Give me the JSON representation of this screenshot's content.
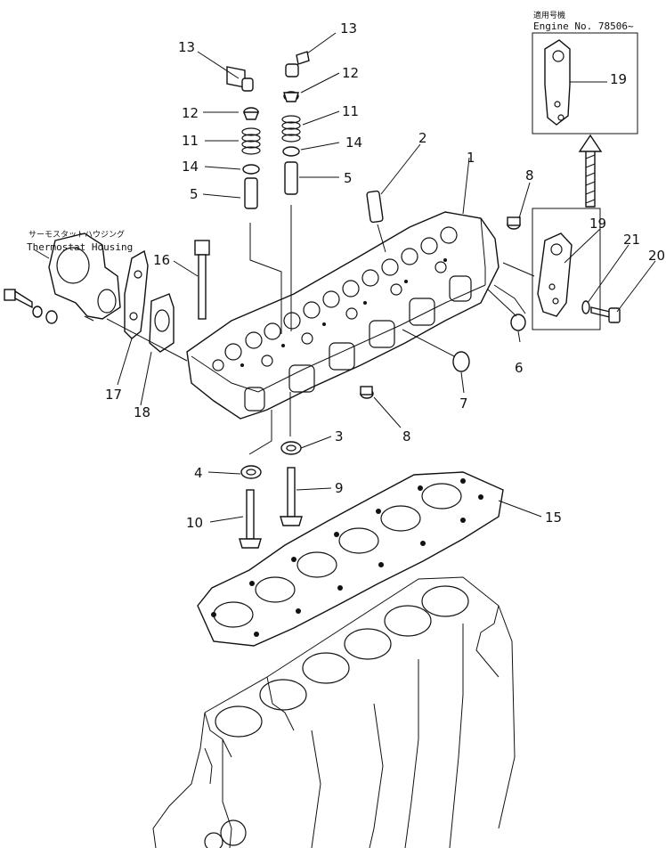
{
  "callouts": {
    "n1": "1",
    "n2": "2",
    "n3": "3",
    "n4": "4",
    "n5a": "5",
    "n5b": "5",
    "n6": "6",
    "n7": "7",
    "n8a": "8",
    "n8b": "8",
    "n9": "9",
    "n10": "10",
    "n11a": "11",
    "n11b": "11",
    "n12a": "12",
    "n12b": "12",
    "n13a": "13",
    "n13b": "13",
    "n14a": "14",
    "n14b": "14",
    "n15": "15",
    "n16": "16",
    "n17": "17",
    "n18": "18",
    "n19a": "19",
    "n19b": "19",
    "n20": "20",
    "n21": "21"
  },
  "thermostat": {
    "jp": "サーモスタットハウジング",
    "en": "Thermostat Housing"
  },
  "serial_box": {
    "jp": "適用号機",
    "en": "Engine No. 78506~"
  }
}
